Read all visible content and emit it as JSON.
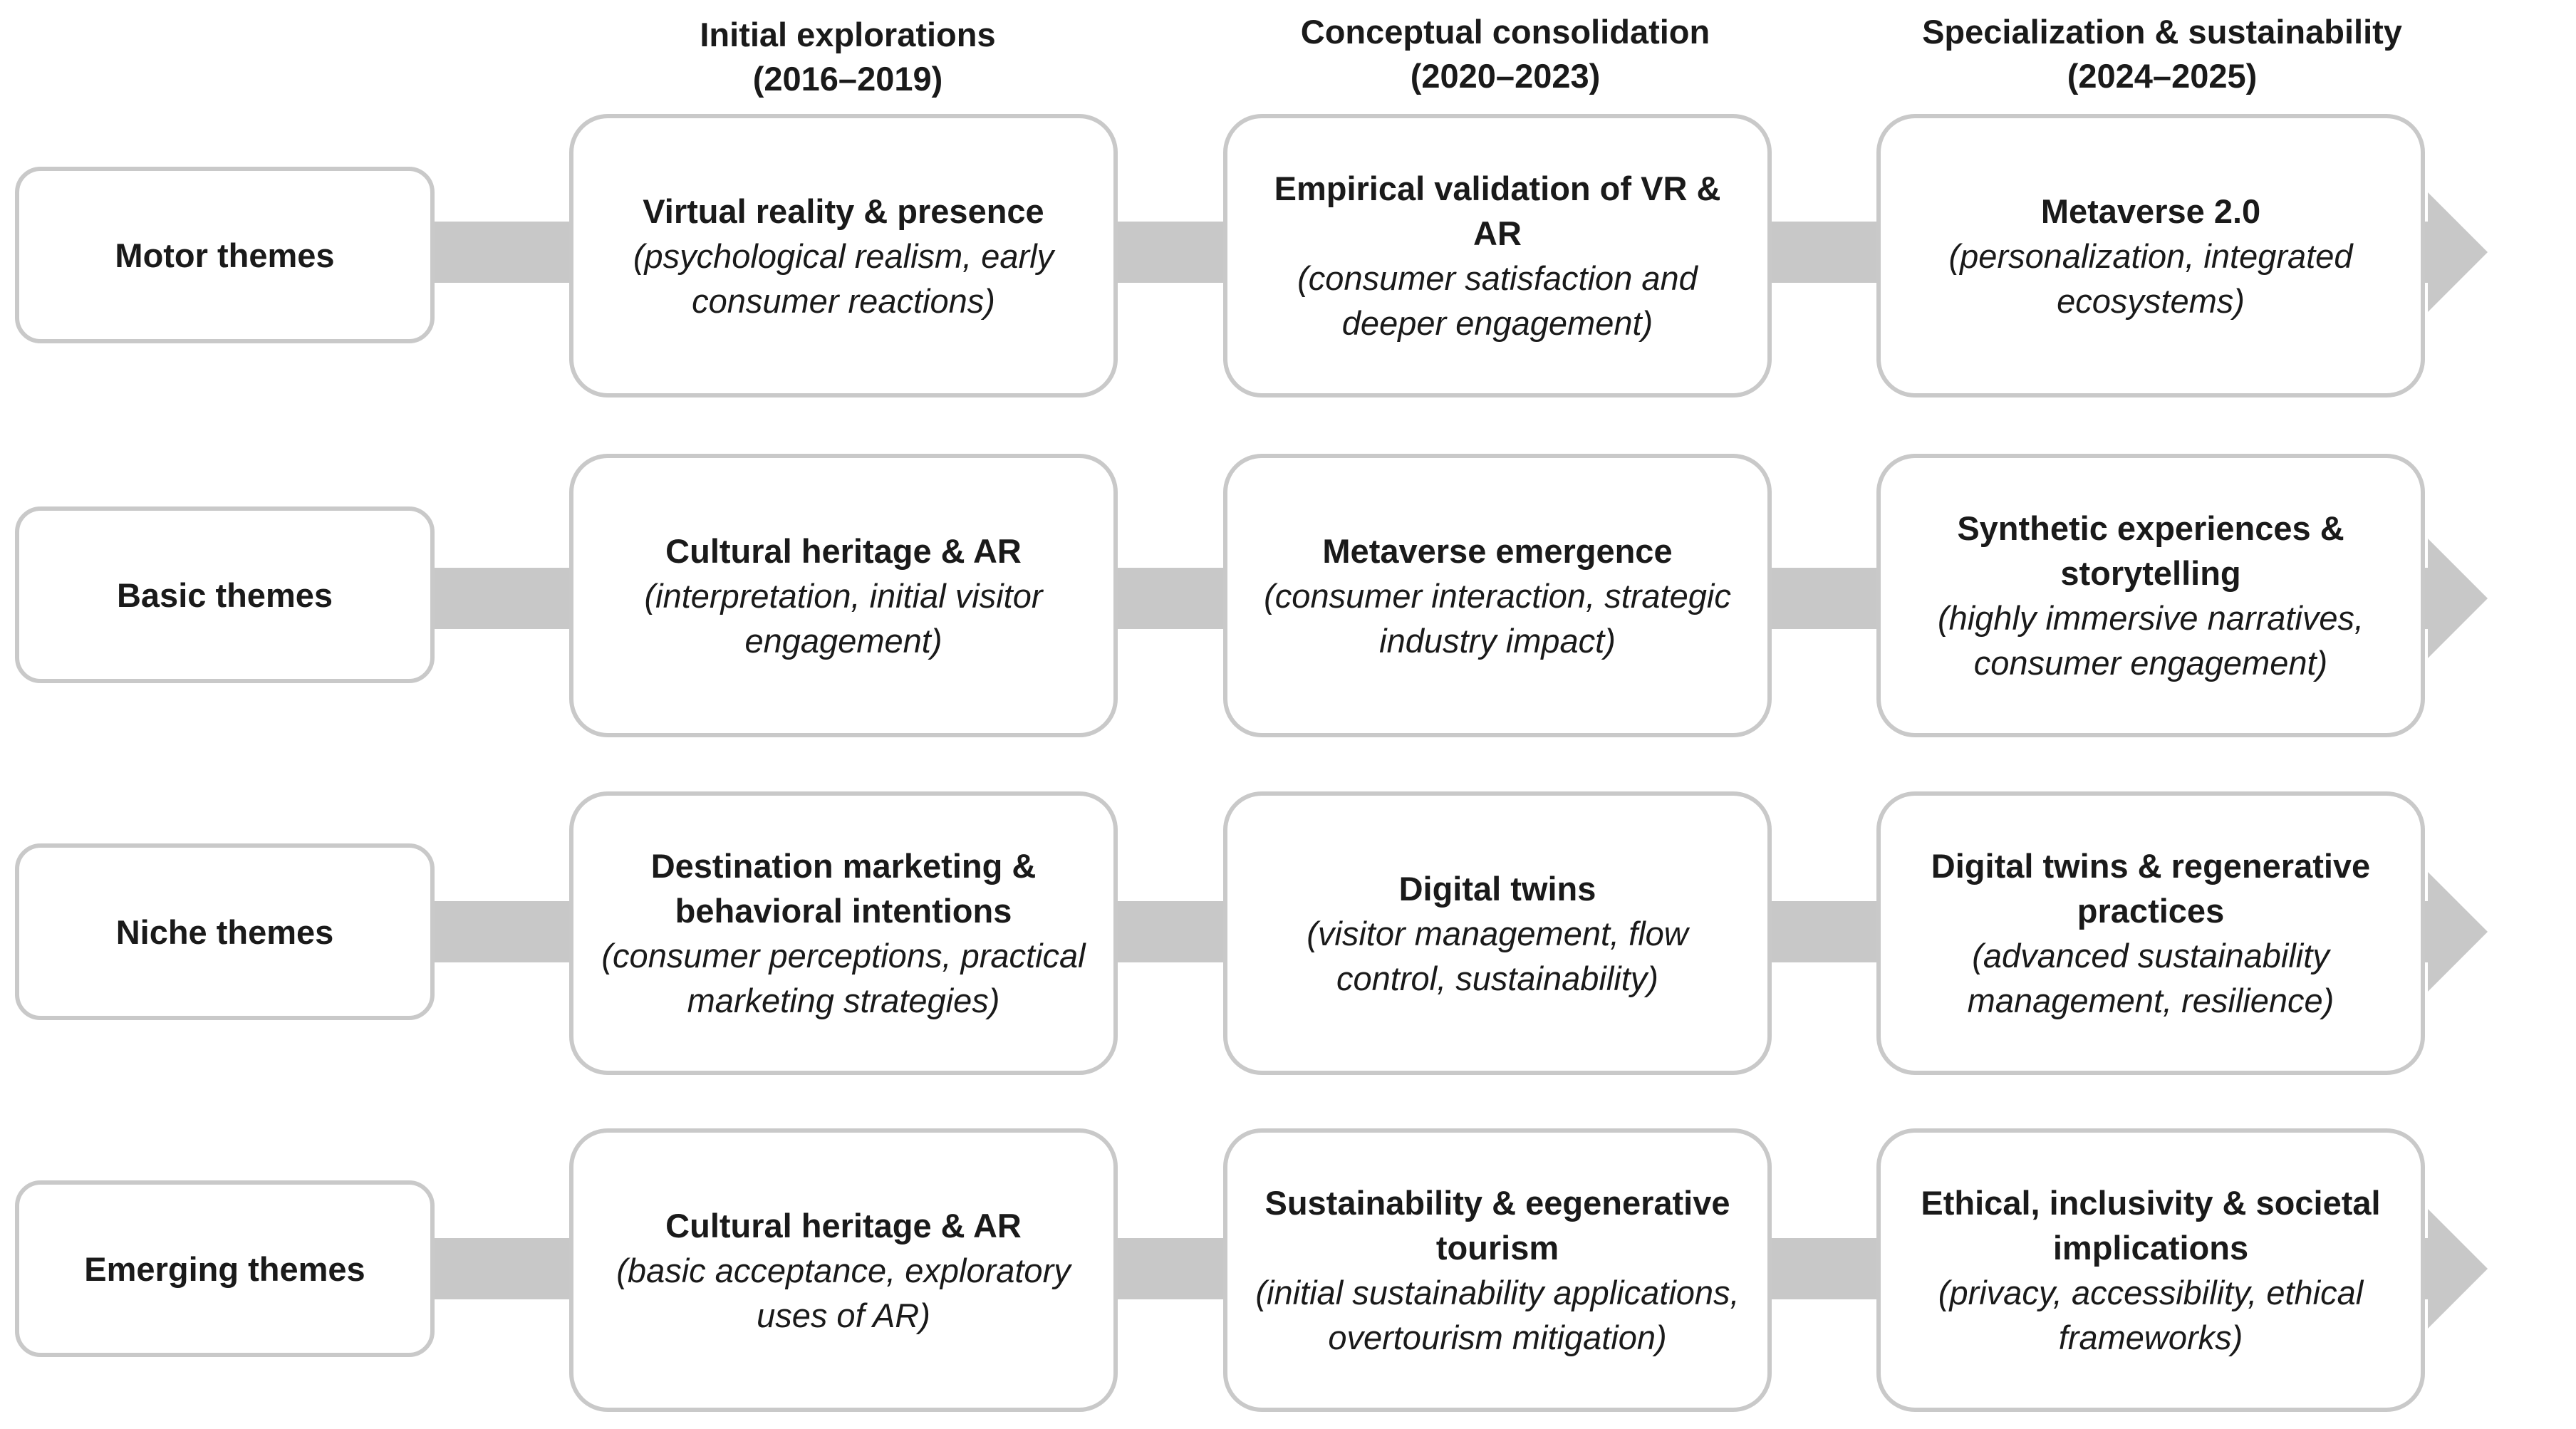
{
  "columns": [
    {
      "title": "Initial explorations",
      "period": "(2016–2019)"
    },
    {
      "title": "Conceptual consolidation",
      "period": "(2020–2023)"
    },
    {
      "title": "Specialization & sustainability",
      "period": "(2024–2025)"
    }
  ],
  "rows": [
    {
      "label": "Motor themes",
      "stages": [
        {
          "title": "Virtual reality & presence",
          "desc": "(psychological realism, early consumer reactions)"
        },
        {
          "title": "Empirical validation of VR & AR",
          "desc": "(consumer satisfaction and deeper engagement)"
        },
        {
          "title": "Metaverse 2.0",
          "desc": "(personalization, integrated ecosystems)"
        }
      ]
    },
    {
      "label": "Basic themes",
      "stages": [
        {
          "title": "Cultural heritage & AR",
          "desc": "(interpretation, initial visitor engagement)"
        },
        {
          "title": "Metaverse emergence",
          "desc": "(consumer interaction, strategic industry impact)"
        },
        {
          "title": "Synthetic experiences & storytelling",
          "desc": "(highly immersive narratives, consumer engagement)"
        }
      ]
    },
    {
      "label": "Niche themes",
      "stages": [
        {
          "title": "Destination marketing & behavioral intentions",
          "desc": "(consumer perceptions, practical marketing strategies)"
        },
        {
          "title": "Digital twins",
          "desc": "(visitor management, flow control, sustainability)"
        },
        {
          "title": "Digital twins & regenerative practices",
          "desc": "(advanced sustainability management, resilience)"
        }
      ]
    },
    {
      "label": "Emerging themes",
      "stages": [
        {
          "title": "Cultural heritage & AR",
          "desc": "(basic acceptance, exploratory uses of AR)"
        },
        {
          "title": "Sustainability & eegenerative tourism",
          "desc": "(initial sustainability applications, overtourism mitigation)"
        },
        {
          "title": "Ethical, inclusivity & societal implications",
          "desc": "(privacy, accessibility, ethical frameworks)"
        }
      ]
    }
  ],
  "colors": {
    "border": "#c9c9c9",
    "arrow": "#c8c8c8",
    "text": "#1a1a1a",
    "background": "#ffffff"
  },
  "icons": {
    "flow_arrow": "right-arrow-icon"
  }
}
